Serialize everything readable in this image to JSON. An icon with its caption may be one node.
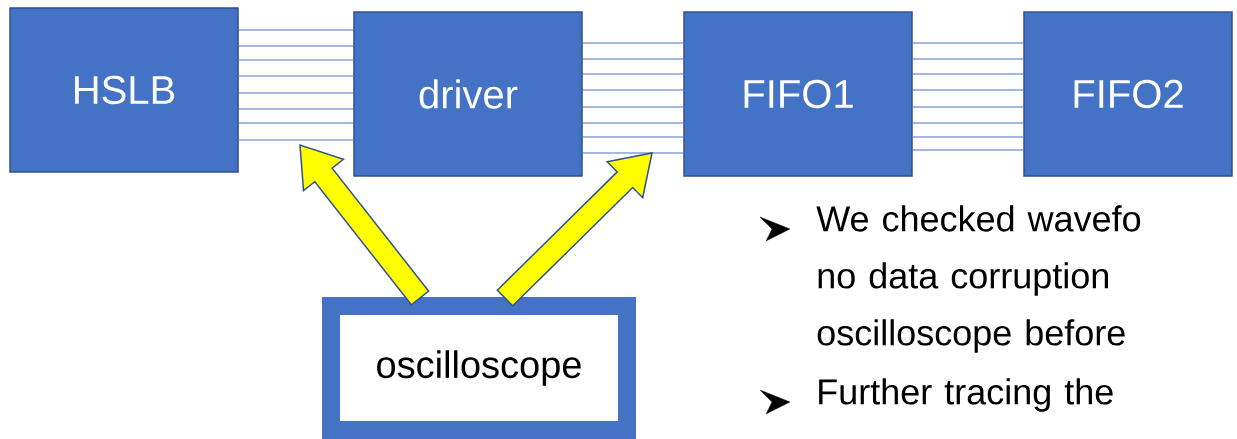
{
  "diagram": {
    "nodes": [
      {
        "text": [
          "HSLB"
        ]
      },
      {
        "text": [
          "driver"
        ]
      },
      {
        "text": [
          "FIFO1"
        ]
      },
      {
        "text": [
          "FIFO2"
        ]
      },
      {
        "text": [
          "oscilloscope"
        ]
      }
    ],
    "edges": [
      {
        "from": 0,
        "to": 1,
        "arrow": "none"
      },
      {
        "from": 0,
        "to": 1,
        "arrow": "none"
      },
      {
        "from": 0,
        "to": 1,
        "arrow": "none"
      },
      {
        "from": 0,
        "to": 1,
        "arrow": "none"
      },
      {
        "from": 0,
        "to": 1,
        "arrow": "none"
      },
      {
        "from": 0,
        "to": 1,
        "arrow": "none"
      },
      {
        "from": 0,
        "to": 1,
        "arrow": "none"
      },
      {
        "from": 0,
        "to": 1,
        "arrow": "none"
      },
      {
        "from": 1,
        "to": 2,
        "arrow": "none"
      },
      {
        "from": 1,
        "to": 2,
        "arrow": "none"
      },
      {
        "from": 1,
        "to": 2,
        "arrow": "none"
      },
      {
        "from": 1,
        "to": 2,
        "arrow": "none"
      },
      {
        "from": 1,
        "to": 2,
        "arrow": "none"
      },
      {
        "from": 1,
        "to": 2,
        "arrow": "none"
      },
      {
        "from": 1,
        "to": 2,
        "arrow": "none"
      },
      {
        "from": 1,
        "to": 2,
        "arrow": "none"
      },
      {
        "from": 2,
        "to": 3,
        "arrow": "none"
      },
      {
        "from": 2,
        "to": 3,
        "arrow": "none"
      },
      {
        "from": 2,
        "to": 3,
        "arrow": "none"
      },
      {
        "from": 2,
        "to": 3,
        "arrow": "none"
      },
      {
        "from": 2,
        "to": 3,
        "arrow": "none"
      },
      {
        "from": 2,
        "to": 3,
        "arrow": "none"
      },
      {
        "from": 2,
        "to": 3,
        "arrow": "none"
      },
      {
        "from": 2,
        "to": 3,
        "arrow": "none"
      },
      {
        "from": 4,
        "to": null,
        "arrow": "to",
        "style": "thick",
        "color": "#ffff00"
      },
      {
        "from": 4,
        "to": null,
        "arrow": "to",
        "style": "thick",
        "color": "#ffff00"
      }
    ],
    "labels": [
      "We checked wavefo no data corruption oscilloscope before",
      "Further tracing the"
    ]
  }
}
